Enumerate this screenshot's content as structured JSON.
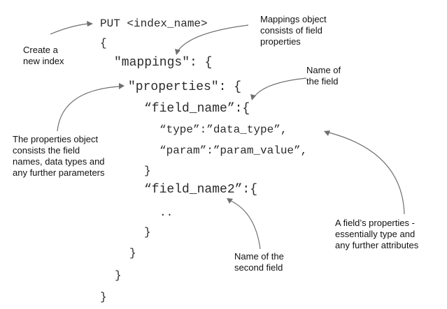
{
  "code_lines": [
    "PUT <index_name>",
    "{",
    "\"mappings\": {",
    "\"properties\": {",
    "“field_name”:{",
    "“type”:”data_type”,",
    "“param”:”param_value”,",
    "}",
    "“field_name2”:{",
    "..",
    "}",
    "}",
    "}",
    "}"
  ],
  "annotations": {
    "create_index": "Create a\nnew index",
    "mappings_object": "Mappings object\nconsists of field\nproperties",
    "name_of_field": "Name of\nthe field",
    "properties_object": "The properties object\nconsists the field\nnames, data types and\nany further parameters",
    "field_properties": "A field’s properties -\nessentially type and\nany further attributes",
    "second_field": "Name of the\nsecond field"
  },
  "colors": {
    "code_text": "#2b2b2b",
    "annotation_text": "#111111",
    "arrow": "#6f6f6f"
  }
}
